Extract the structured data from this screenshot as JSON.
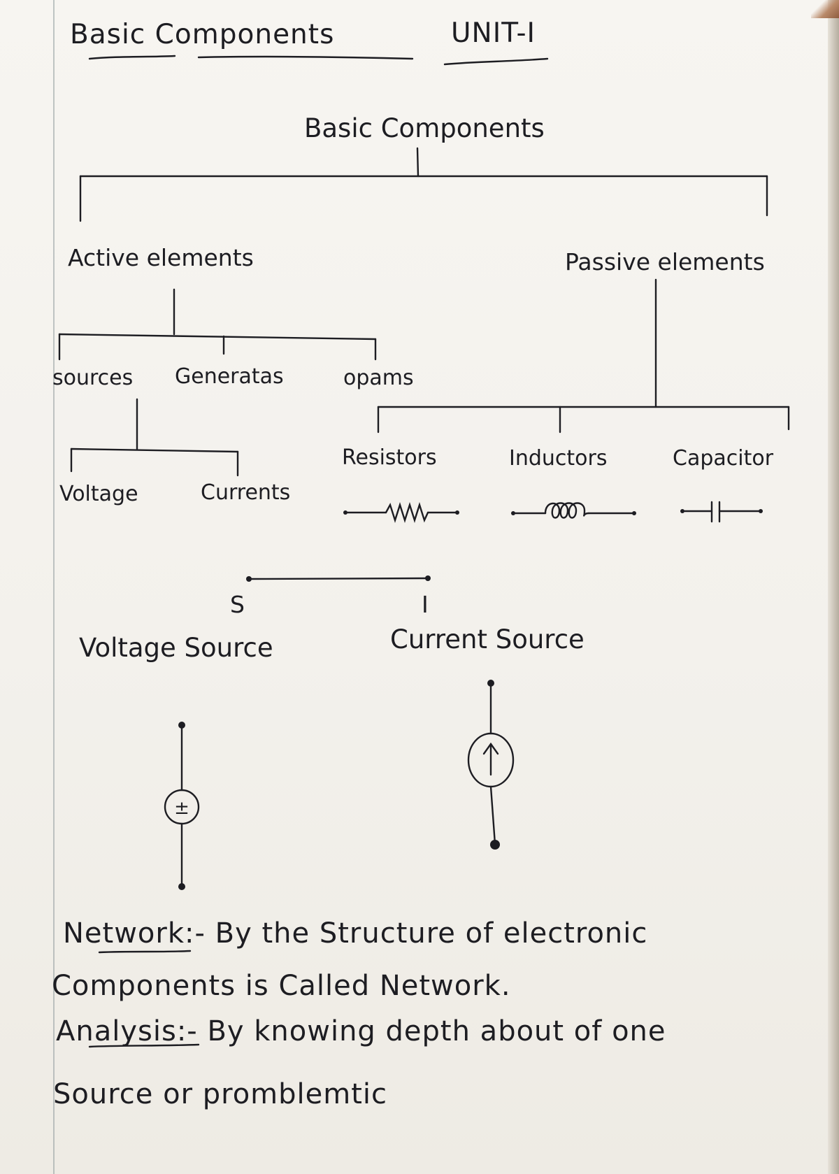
{
  "header": {
    "title": "Basic Components",
    "unit": "UNIT-I"
  },
  "tree": {
    "root": "Basic Components",
    "active": {
      "label": "Active elements",
      "children": [
        "sources",
        "Generatas",
        "opams"
      ],
      "sources_children": [
        "Voltage",
        "Currents"
      ]
    },
    "passive": {
      "label": "Passive elements",
      "children": [
        "Resistors",
        "Inductors",
        "Capacitor"
      ]
    }
  },
  "symbols": {
    "voltage_letter": "S",
    "current_letter": "I",
    "voltage_source_label": "Voltage Source",
    "current_source_label": "Current Source",
    "voltage_glyph": "±",
    "current_glyph": "↑"
  },
  "notes": {
    "network_term": "Network",
    "network_text_1": ":- By the Structure of electronic",
    "network_text_2": "Components is Called Network.",
    "analysis_term": "Analysis",
    "analysis_text_1": ":- By knowing depth about of one",
    "analysis_text_2": "Source or promblemtic"
  }
}
